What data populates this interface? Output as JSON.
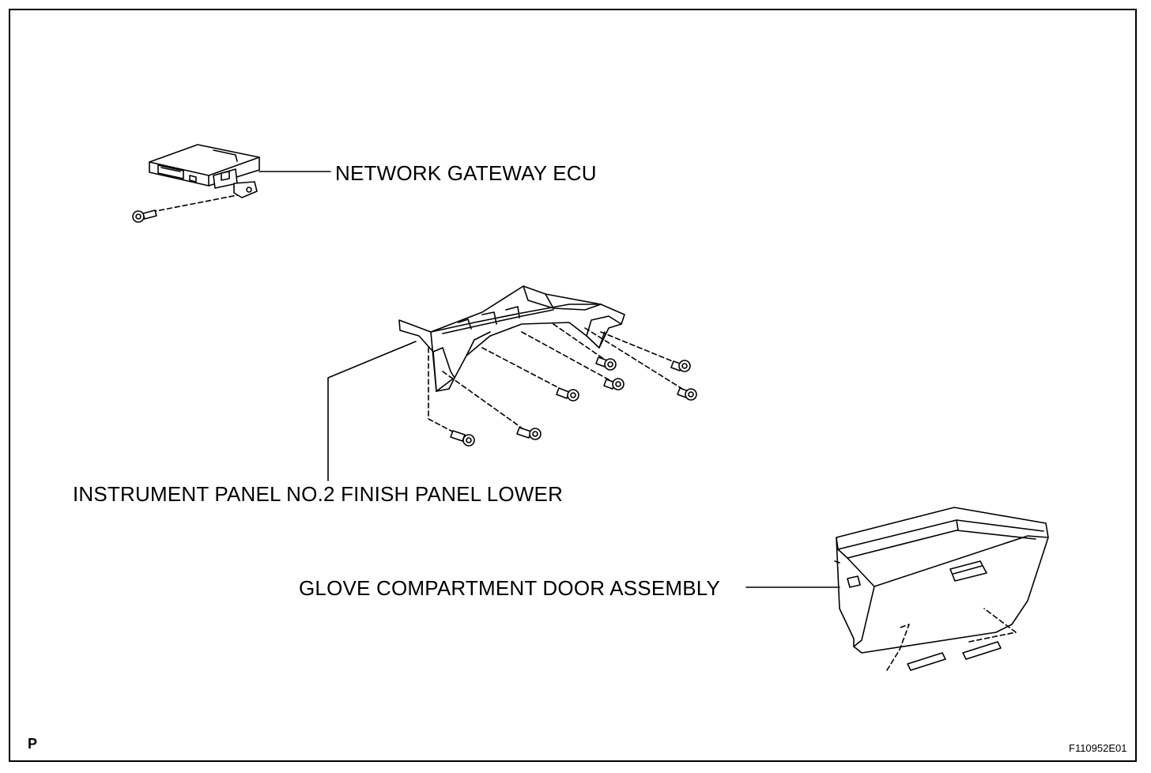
{
  "labels": {
    "ecu": "NETWORK GATEWAY ECU",
    "finish_panel": "INSTRUMENT PANEL NO.2 FINISH PANEL LOWER",
    "glove_box": "GLOVE COMPARTMENT DOOR ASSEMBLY",
    "view_mark": "P",
    "figure_code": "F110952E01"
  }
}
